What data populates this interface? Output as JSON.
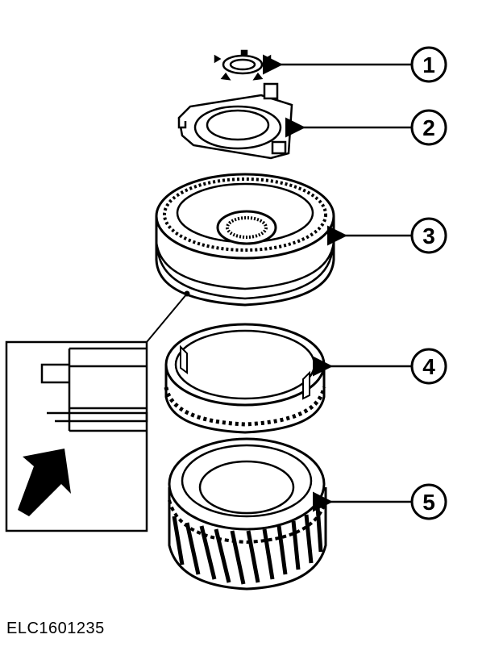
{
  "figure_id": "ELC1601235",
  "callouts": [
    {
      "label": "1",
      "part": "retaining-clip"
    },
    {
      "label": "2",
      "part": "thrust-plate"
    },
    {
      "label": "3",
      "part": "synchronizer-hub"
    },
    {
      "label": "4",
      "part": "blocker-ring"
    },
    {
      "label": "5",
      "part": "helical-gear"
    }
  ],
  "colors": {
    "ink": "#000000",
    "paper": "#ffffff"
  }
}
